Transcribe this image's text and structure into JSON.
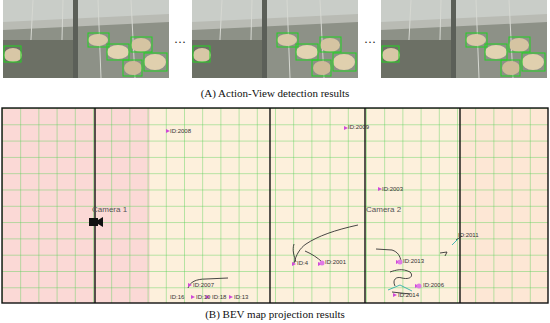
{
  "diagram": {
    "labels": [
      "(A) Action-View detection results",
      "(B) BEV map projection results",
      "···",
      "···",
      "Camera 1",
      "Camera 2",
      "ID:2008",
      "ID:2009",
      "ID:2003",
      "ID:2011",
      "ID:2001",
      "ID:2013",
      "ID:4",
      "ID:2006",
      "ID:2007",
      "ID:16",
      "ID:10",
      "ID:18",
      "ID:13",
      "ID:2014"
    ]
  }
}
